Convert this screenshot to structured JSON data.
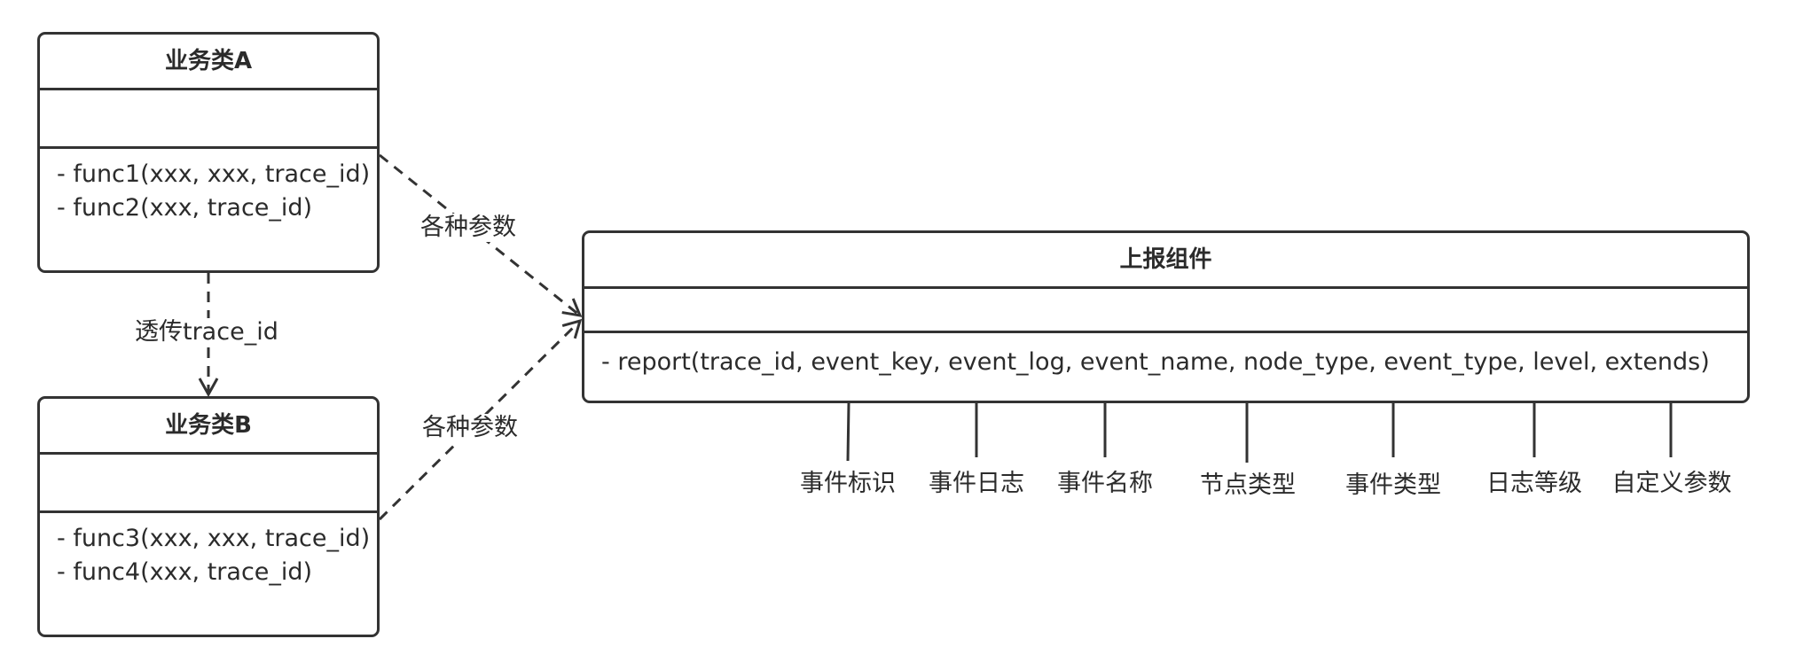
{
  "class_a": {
    "title": "业务类A",
    "methods": [
      "- func1(xxx, xxx, trace_id)",
      "- func2(xxx, trace_id)"
    ]
  },
  "class_b": {
    "title": "业务类B",
    "methods": [
      "- func3(xxx, xxx, trace_id)",
      "- func4(xxx, trace_id)"
    ]
  },
  "reporter": {
    "title": "上报组件",
    "method": "- report(trace_id, event_key, event_log, event_name, node_type, event_type, level, extends)"
  },
  "edges": {
    "a_to_b": "透传trace_id",
    "a_to_report": "各种参数",
    "b_to_report": "各种参数"
  },
  "params": [
    "事件标识",
    "事件日志",
    "事件名称",
    "节点类型",
    "事件类型",
    "日志等级",
    "自定义参数"
  ]
}
